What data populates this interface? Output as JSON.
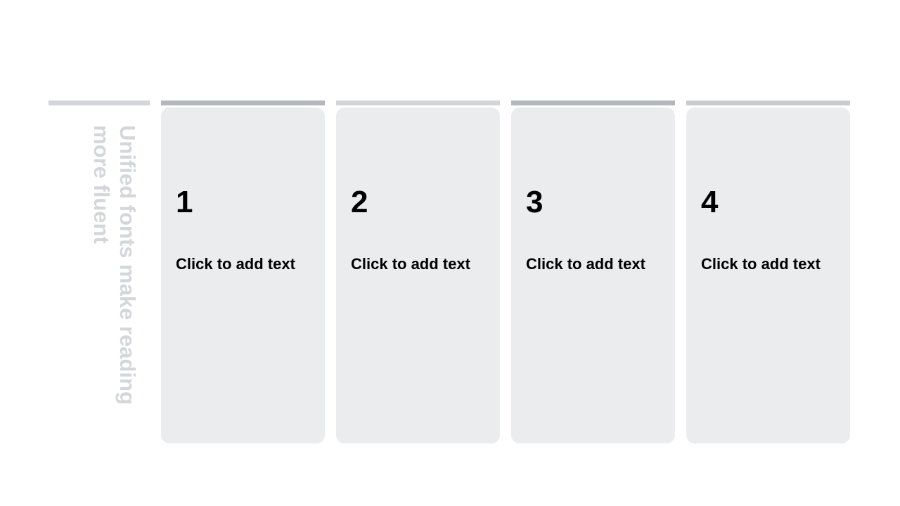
{
  "slide": {
    "side_title": "Unified fonts make reading more fluent"
  },
  "columns": [
    {
      "number": "1",
      "text": "Click to add text",
      "bar_color": "#b3b8c0"
    },
    {
      "number": "2",
      "text": "Click to add text",
      "bar_color": "#d2d5d9"
    },
    {
      "number": "3",
      "text": "Click to add text",
      "bar_color": "#b3b8c0"
    },
    {
      "number": "4",
      "text": "Click to add text",
      "bar_color": "#c9cbd0"
    }
  ],
  "colors": {
    "card_background": "#ebecee",
    "side_title": "#d3d6da",
    "side_bar": "#d2d5d9"
  }
}
